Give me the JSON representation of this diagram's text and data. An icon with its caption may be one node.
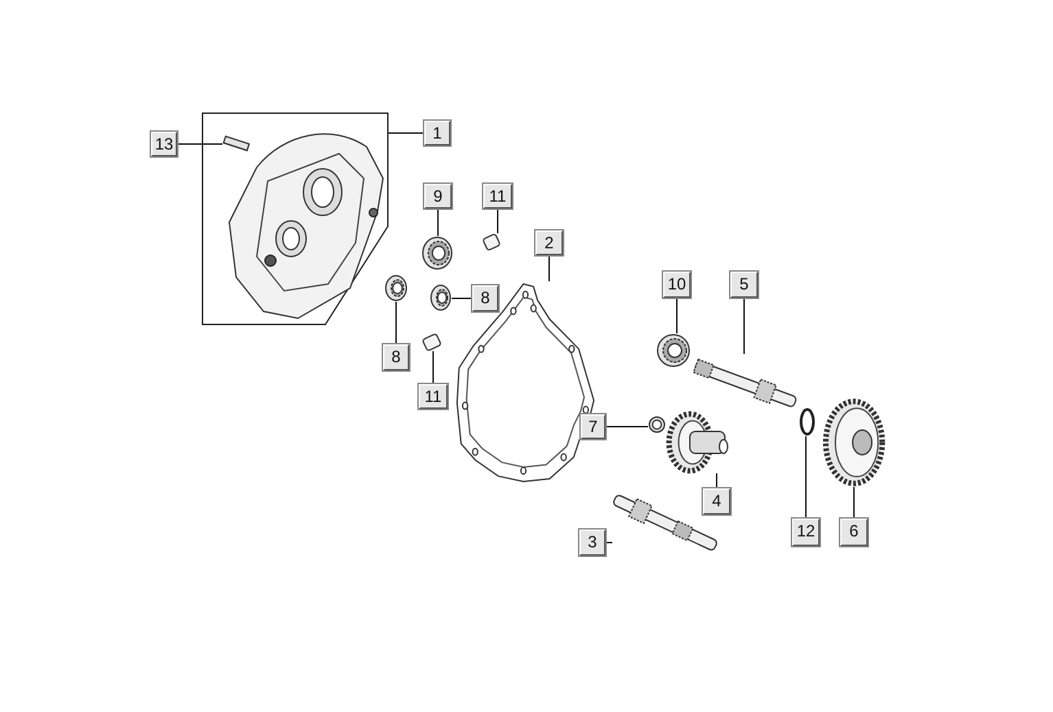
{
  "diagram": {
    "nodes": [
      {
        "text": [
          "13"
        ]
      },
      {
        "text": [],
        "shape": "box"
      },
      {
        "text": [],
        "shape": "cylinder",
        "in": 1
      },
      {
        "text": [
          "1"
        ]
      },
      {
        "text": [
          "9"
        ]
      },
      {
        "text": [
          "11"
        ]
      },
      {
        "text": [],
        "shape": "picture"
      },
      {
        "text": [],
        "shape": "cylinder"
      },
      {
        "text": [
          "2"
        ]
      },
      {
        "text": [],
        "shape": "picture"
      },
      {
        "text": [],
        "shape": "picture"
      },
      {
        "text": [
          "8"
        ]
      },
      {
        "text": [],
        "shape": "picture"
      },
      {
        "text": [],
        "shape": "cylinder"
      },
      {
        "text": [
          "8"
        ]
      },
      {
        "text": [
          "11"
        ]
      },
      {
        "text": [
          "10"
        ]
      },
      {
        "text": [
          "5"
        ]
      },
      {
        "text": [],
        "shape": "picture"
      },
      {
        "text": [],
        "shape": "picture"
      },
      {
        "text": [
          "7"
        ]
      },
      {
        "text": [],
        "shape": "picture"
      },
      {
        "text": [],
        "shape": "picture"
      },
      {
        "text": [],
        "shape": "circle"
      },
      {
        "text": [],
        "shape": "picture"
      },
      {
        "text": [
          "4"
        ]
      },
      {
        "text": [
          "12"
        ]
      },
      {
        "text": [
          "6"
        ]
      },
      {
        "text": [],
        "shape": "picture"
      },
      {
        "text": [
          "3"
        ]
      }
    ],
    "edges": [
      {
        "from": 0,
        "to": 2,
        "arrow": "none"
      },
      {
        "from": 3,
        "to": 1,
        "arrow": "none"
      },
      {
        "from": 4,
        "to": 6,
        "arrow": "none"
      },
      {
        "from": 5,
        "to": 7,
        "arrow": "none"
      },
      {
        "from": 8,
        "to": 12,
        "arrow": "none"
      },
      {
        "from": 11,
        "to": 10,
        "arrow": "none"
      },
      {
        "from": 14,
        "to": 9,
        "arrow": "none"
      },
      {
        "from": 15,
        "to": 13,
        "arrow": "none"
      },
      {
        "from": 16,
        "to": 18,
        "arrow": "none"
      },
      {
        "from": 17,
        "to": 19,
        "arrow": "none"
      },
      {
        "from": 20,
        "to": 21,
        "arrow": "none"
      },
      {
        "from": 25,
        "to": 22,
        "arrow": "none"
      },
      {
        "from": 29,
        "to": 28,
        "arrow": "none"
      },
      {
        "from": 26,
        "to": 23,
        "arrow": "none"
      },
      {
        "from": 27,
        "to": 24,
        "arrow": "none"
      }
    ]
  }
}
